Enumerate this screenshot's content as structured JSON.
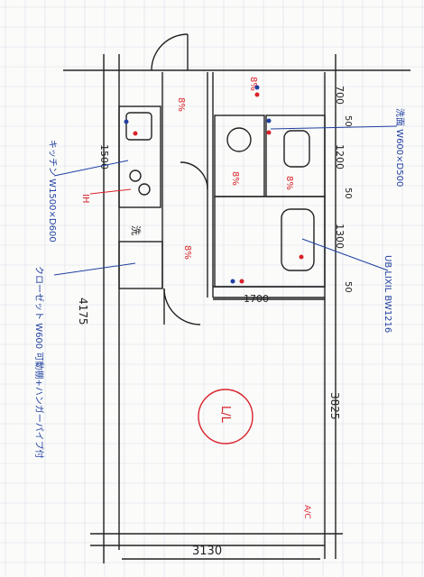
{
  "plan": {
    "dimensions": {
      "width_bottom": "3130",
      "left_total": "4175",
      "right_lower": "3825",
      "kitchen_width": "1500",
      "wash_top": "700",
      "wash_height": "1200",
      "bath_height": "1300",
      "hall_width": "1700",
      "marks": [
        "50",
        "50",
        "50"
      ]
    },
    "room_labels": {
      "ldk": "L/L",
      "kitchen": "洗",
      "ph_marks": [
        "8%",
        "8%",
        "8%",
        "8%",
        "8%"
      ],
      "ac": "A/C",
      "ih": "IH"
    },
    "annotations": {
      "kitchen_note": "キッチン W1500×D600",
      "washstand_note": "洗面 W600×D500",
      "bath_note": "UB LIXIL BW1216",
      "closet_note": "クローゼット W600 可動棚+ハンガーパイプ付"
    }
  },
  "colors": {
    "grid": "#d9dde6",
    "ink": "#222222",
    "red": "#d8232a",
    "blue": "#1f3fa0"
  }
}
